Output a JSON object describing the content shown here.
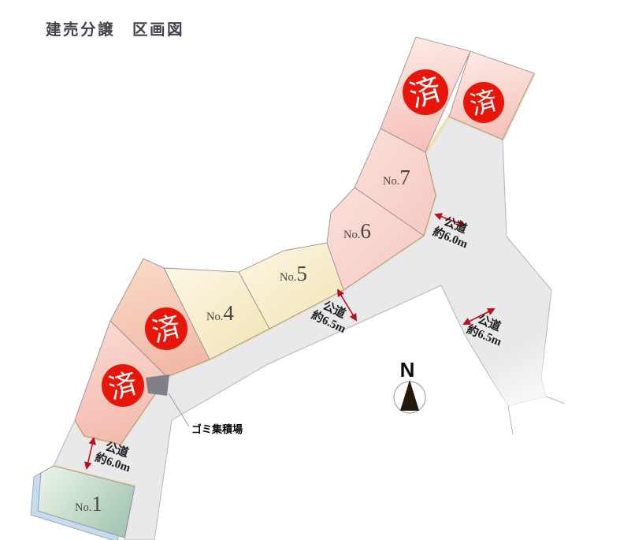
{
  "title": "建売分譲　区画図",
  "plots": {
    "no1": {
      "prefix": "No.",
      "number": "1",
      "status": "available"
    },
    "no4": {
      "prefix": "No.",
      "number": "4",
      "status": "available"
    },
    "no5": {
      "prefix": "No.",
      "number": "5",
      "status": "available"
    },
    "no6": {
      "prefix": "No.",
      "number": "6",
      "status": "available"
    },
    "no7": {
      "prefix": "No.",
      "number": "7",
      "status": "available"
    },
    "sold_top_left": {
      "label": "済",
      "status": "sold"
    },
    "sold_top_right": {
      "label": "済",
      "status": "sold"
    },
    "sold_west_upper": {
      "label": "済",
      "status": "sold"
    },
    "sold_west_lower": {
      "label": "済",
      "status": "sold"
    }
  },
  "roads": {
    "southwest": {
      "name": "公道",
      "width": "約6.0m"
    },
    "northeast": {
      "name": "公道",
      "width": "約6.0m"
    },
    "middle": {
      "name": "公道",
      "width": "約6.5m"
    },
    "southeast": {
      "name": "公道",
      "width": "約6.5m"
    }
  },
  "compass": {
    "label": "N"
  },
  "garbage_station": {
    "label": "ゴミ集積場"
  },
  "colors": {
    "sold_badge": "#e91508",
    "road_fill": "#e9e9eb",
    "arrow_red": "#c20a18",
    "cream_edge": "#eedfae",
    "plot_pink": "#f5c9c2",
    "plot_cream": "#f2e4b4",
    "plot_green": "#a6c8b6",
    "shadow_blue": "#b9d6ee"
  }
}
